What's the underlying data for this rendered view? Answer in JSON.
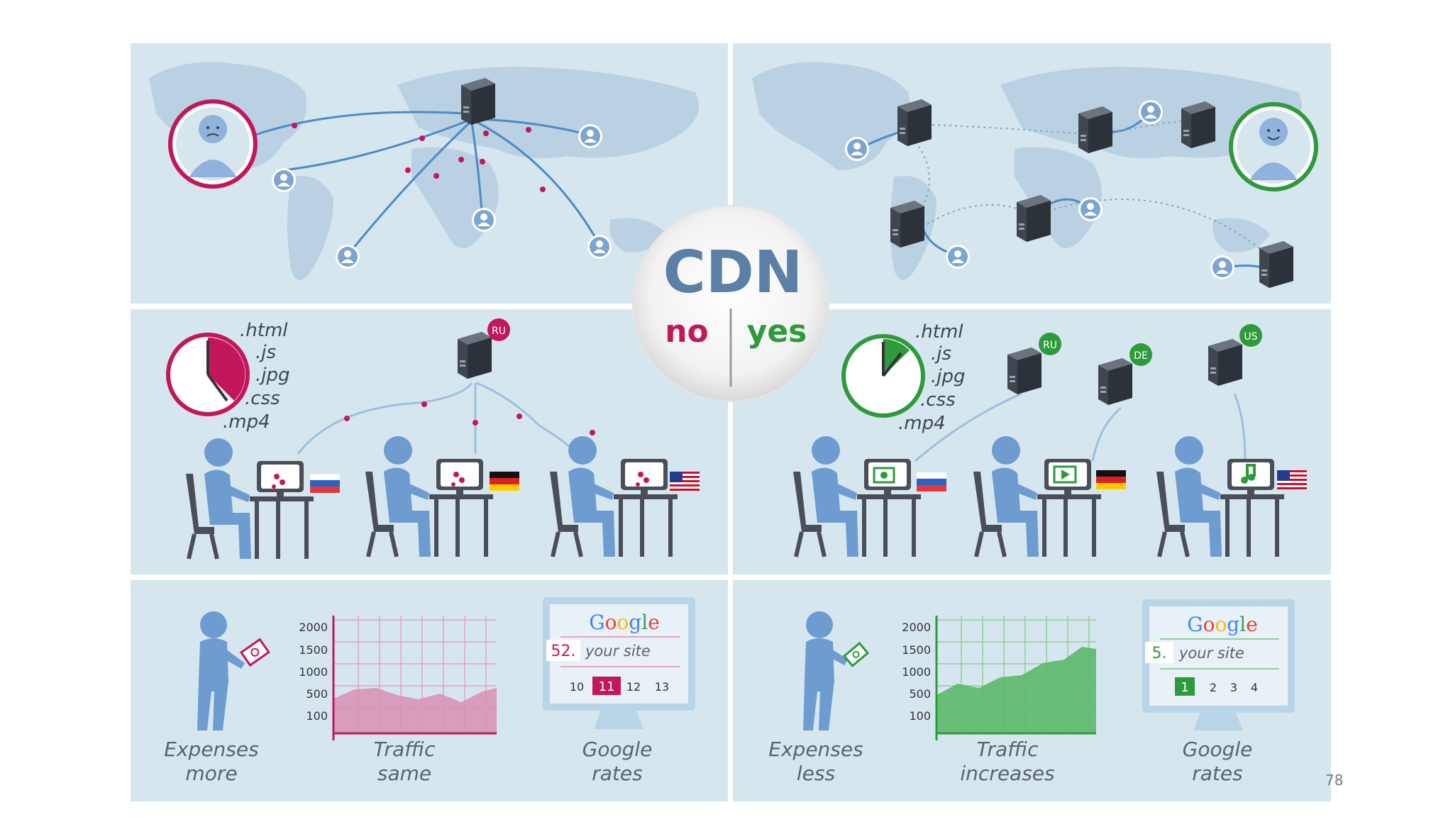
{
  "center": {
    "title": "CDN",
    "no": "no",
    "yes": "yes"
  },
  "extensions": [
    ".html",
    ".js",
    ".jpg",
    ".css",
    ".mp4"
  ],
  "servers_yes": [
    "RU",
    "DE",
    "US"
  ],
  "server_no": "RU",
  "no_side": {
    "expenses": [
      "Expenses",
      "more"
    ],
    "traffic": [
      "Traffic",
      "same"
    ],
    "google": [
      "Google",
      "rates"
    ],
    "rank": "52.",
    "your_site": "your site",
    "pages": [
      "10",
      "11",
      "12",
      "13"
    ],
    "active_page": "11"
  },
  "yes_side": {
    "expenses": [
      "Expenses",
      "less"
    ],
    "traffic": [
      "Traffic",
      "increases"
    ],
    "google": [
      "Google",
      "rates"
    ],
    "rank": "5.",
    "your_site": "your site",
    "pages": [
      "1",
      "2",
      "3",
      "4"
    ],
    "active_page": "1"
  },
  "google_logo": [
    "G",
    "o",
    "o",
    "g",
    "l",
    "e"
  ],
  "y_ticks": [
    "2000",
    "1500",
    "1000",
    "500",
    "100"
  ],
  "page_number": "78",
  "colors": {
    "panel": "#d6e6ef",
    "no": "#c2185b",
    "yes": "#2e9a3c",
    "figure": "#6f9cd0",
    "cdn": "#5b7fa6"
  }
}
